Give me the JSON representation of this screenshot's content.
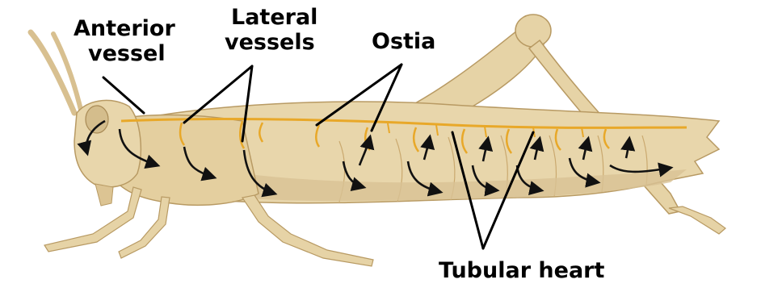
{
  "labels": {
    "anterior_vessel": [
      "Anterior",
      "vessel"
    ],
    "lateral_vessels": [
      "Lateral",
      "vessels"
    ],
    "ostia": "Ostia",
    "tubular_heart": "Tubular heart"
  },
  "colors": {
    "body": "#e8d6ab",
    "body_shade": "#d5bd8a",
    "outline": "#b89a63",
    "vessel": "#e8a829",
    "arrow": "#111111",
    "leader": "#000000"
  }
}
